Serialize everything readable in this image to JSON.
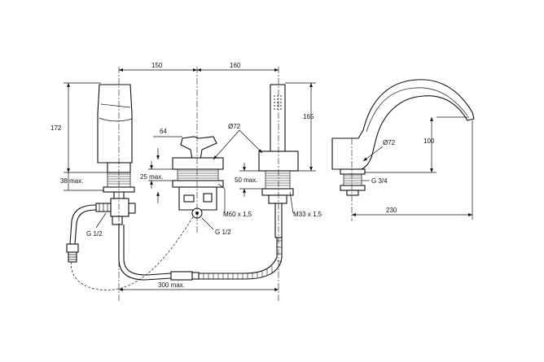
{
  "dimensions": {
    "width_150": "150",
    "width_160": "160",
    "height_172": "172",
    "height_165": "165",
    "height_100": "100",
    "height_64": "64",
    "dia_72_center": "Ø72",
    "dia_72_spout": "Ø72",
    "max_38": "38 max.",
    "max_25": "25 max.",
    "max_50": "50 max.",
    "length_230": "230",
    "max_300": "300 max."
  },
  "threads": {
    "m60": "M60 x 1,5",
    "m33": "M33 x 1,5",
    "g_half_left": "G 1/2",
    "g_half_center": "G 1/2",
    "g_three_quarter": "G 3/4"
  }
}
